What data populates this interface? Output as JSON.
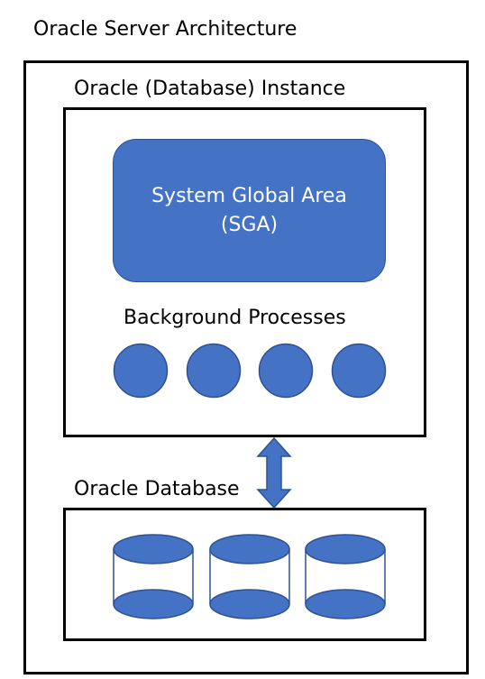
{
  "diagram": {
    "title": "Oracle Server Architecture",
    "instance": {
      "label": "Oracle (Database) Instance",
      "sga": {
        "line1": "System Global Area",
        "line2": "(SGA)"
      },
      "background_processes": {
        "label": "Background Processes",
        "count": 4
      }
    },
    "database": {
      "label": "Oracle Database",
      "datafile_count": 3
    },
    "colors": {
      "fill": "#4472c4",
      "stroke": "#2f528f",
      "border": "#000000"
    }
  }
}
